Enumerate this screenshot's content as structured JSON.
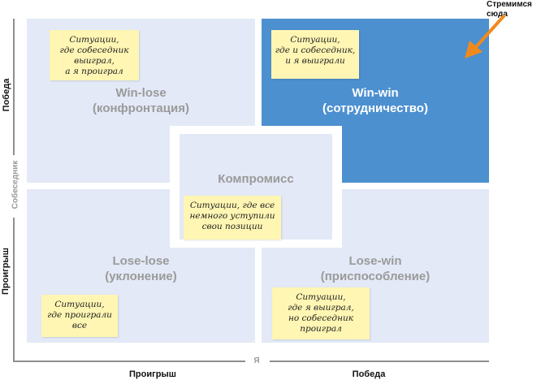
{
  "quadrants": {
    "win_lose": {
      "title_line1": "Win-lose",
      "title_line2": "(конфронтация)"
    },
    "win_win": {
      "title_line1": "Win-win",
      "title_line2": "(сотрудничество)"
    },
    "lose_lose": {
      "title_line1": "Lose-lose",
      "title_line2": "(уклонение)"
    },
    "lose_win": {
      "title_line1": "Lose-win",
      "title_line2": "(приспособление)"
    },
    "compromise": {
      "title": "Компромисс"
    }
  },
  "notes": {
    "win_lose": [
      "Ситуации,",
      "где собеседник",
      "выиграл,",
      "а я проиграл"
    ],
    "win_win": [
      "Ситуации,",
      "где и собеседник,",
      "и я выиграли"
    ],
    "compromise": [
      "Ситуации, где все",
      "немного уступили",
      "свои позиции"
    ],
    "lose_lose": [
      "Ситуации,",
      "где проиграли",
      "все"
    ],
    "lose_win": [
      "Ситуации,",
      "где я выиграл,",
      "но собеседник",
      "проиграл"
    ]
  },
  "axes": {
    "y_name": "Собеседник",
    "y_top": "Победа",
    "y_bottom": "Проигрыш",
    "x_name": "Я",
    "x_left": "Проигрыш",
    "x_right": "Победа"
  },
  "callout": {
    "line1": "Стремимся",
    "line2": "сюда"
  },
  "colors": {
    "quadrant_bg": "#e3e9f6",
    "win_win_bg": "#4d90d0",
    "sticky": "#fff6b3",
    "arrow": "#f08a1c",
    "axis": "#8e8e8e"
  }
}
